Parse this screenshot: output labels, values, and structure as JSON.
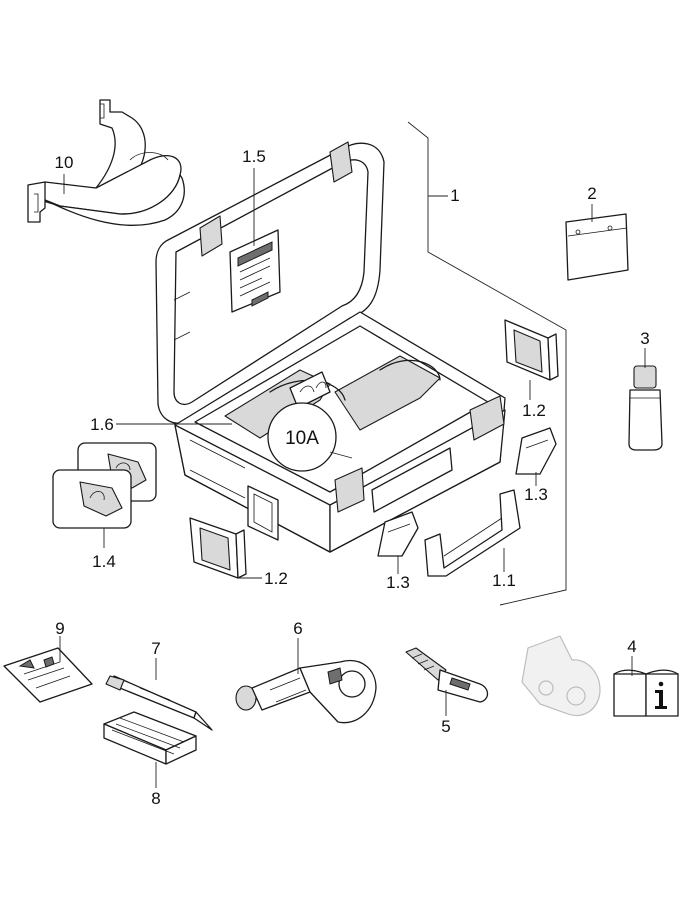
{
  "labels": {
    "item_1": "1",
    "item_1_1": "1.1",
    "item_1_2_top": "1.2",
    "item_1_2_bottom": "1.2",
    "item_1_3_right": "1.3",
    "item_1_3_bottom": "1.3",
    "item_1_4": "1.4",
    "item_1_5": "1.5",
    "item_1_6": "1.6",
    "item_2": "2",
    "item_3": "3",
    "item_4": "4",
    "item_5": "5",
    "item_6": "6",
    "item_7": "7",
    "item_8": "8",
    "item_9": "9",
    "item_10": "10",
    "callout_10a": "10A"
  },
  "icons": {
    "manual": "info-manual-icon"
  }
}
